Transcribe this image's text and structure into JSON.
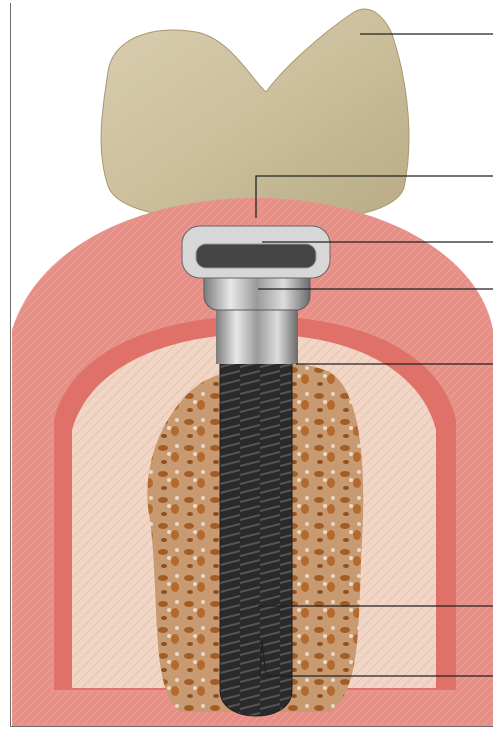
{
  "figure": {
    "subject": "dental-implant-cross-section",
    "colors": {
      "crown": "#cfc3a2",
      "gum": "#e5958b",
      "gum_edge": "#d96f67",
      "bone_outer": "#f1d8c8",
      "bone_spongy": "#b87a4e",
      "implant_dark": "#2d2d2d",
      "metal": "#c7c7c7",
      "leader": "#222222"
    },
    "callouts": [
      {
        "id": "crown"
      },
      {
        "id": "crown-seat"
      },
      {
        "id": "abutment-top"
      },
      {
        "id": "abutment-screw"
      },
      {
        "id": "implant-collar"
      },
      {
        "id": "implant-thread"
      },
      {
        "id": "implant-apex"
      }
    ]
  }
}
